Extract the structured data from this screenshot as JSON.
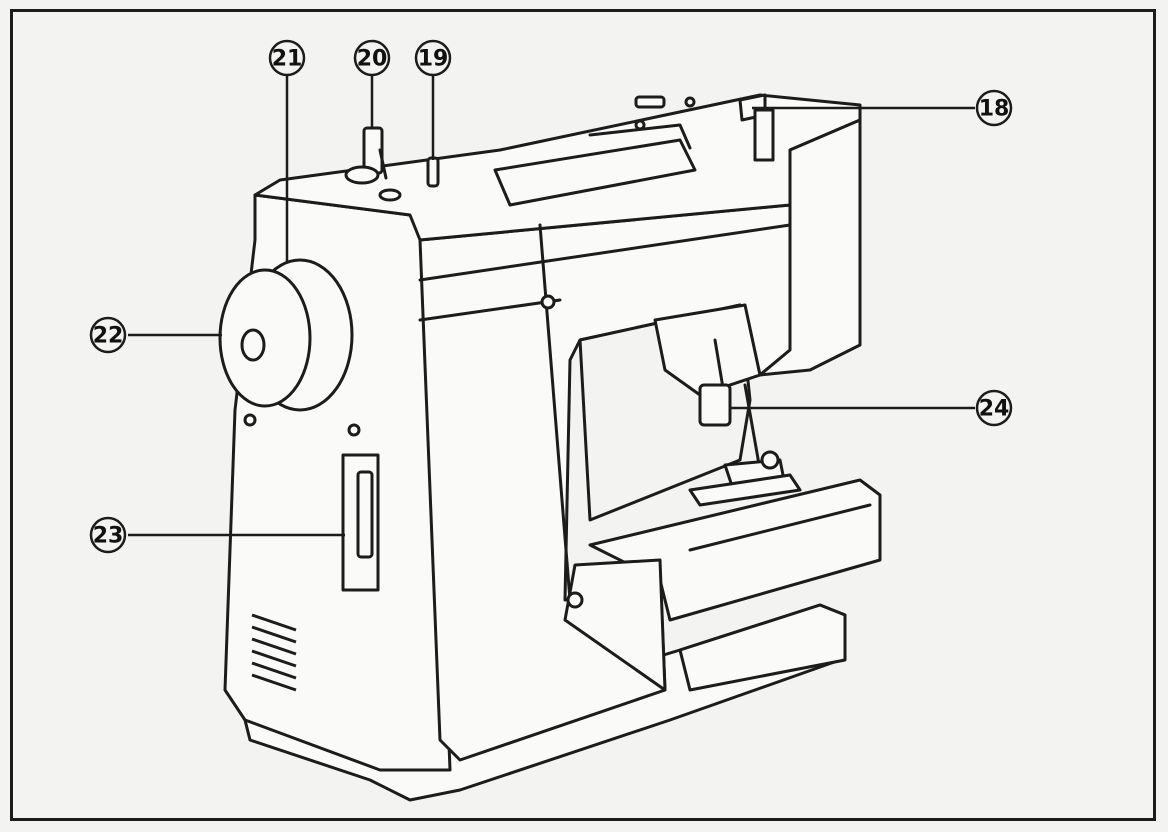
{
  "figure": {
    "callouts": [
      {
        "id": "21",
        "label": "21"
      },
      {
        "id": "20",
        "label": "20"
      },
      {
        "id": "19",
        "label": "19"
      },
      {
        "id": "18",
        "label": "18"
      },
      {
        "id": "22",
        "label": "22"
      },
      {
        "id": "24",
        "label": "24"
      },
      {
        "id": "23",
        "label": "23"
      }
    ]
  },
  "colors": {
    "ink": "#1c1c1c",
    "paper": "#f3f3f1",
    "machine_fill": "#fafaf8"
  }
}
